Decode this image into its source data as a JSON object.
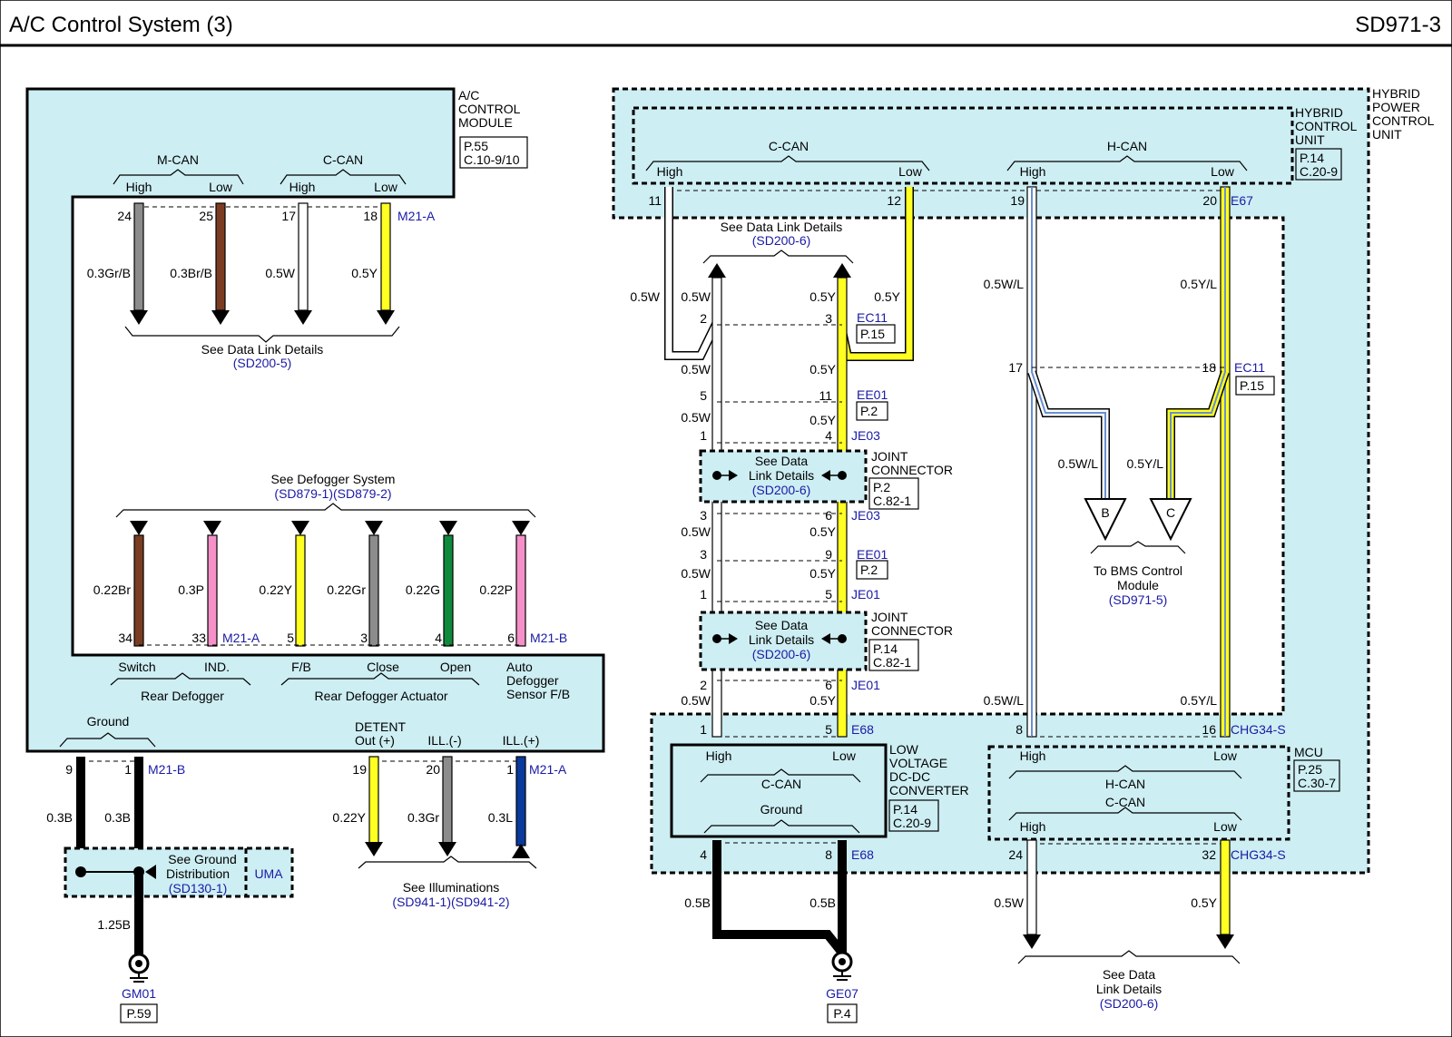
{
  "header": {
    "title": "A/C Control System (3)",
    "page_code": "SD971-3"
  },
  "ac_module": {
    "name_lines": [
      "A/C",
      "CONTROL",
      "MODULE"
    ],
    "ref": [
      "P.55",
      "C.10-9/10"
    ],
    "mcan": "M-CAN",
    "ccan": "C-CAN",
    "high": "High",
    "low": "Low",
    "connector_a": "M21-A",
    "connector_b": "M21-B",
    "pins_top": [
      "24",
      "25",
      "17",
      "18"
    ],
    "wires_top": [
      "0.3Gr/B",
      "0.3Br/B",
      "0.5W",
      "0.5Y"
    ],
    "see_data_link": "See Data Link Details",
    "see_data_link_ref": "(SD200-5)",
    "see_defogger": "See Defogger System",
    "see_defogger_ref": "(SD879-1)(SD879-2)",
    "def_wires": [
      "0.22Br",
      "0.3P",
      "0.22Y",
      "0.22Gr",
      "0.22G",
      "0.22P"
    ],
    "def_pins": [
      "34",
      "33",
      "5",
      "3",
      "4",
      "6"
    ],
    "def_labels": [
      "Switch",
      "IND.",
      "F/B",
      "Close",
      "Open"
    ],
    "auto_defogger": [
      "Auto",
      "Defogger",
      "Sensor F/B"
    ],
    "rear_defogger": "Rear Defogger",
    "rear_actuator": "Rear Defogger Actuator",
    "ground": "Ground",
    "ground_pins": [
      "9",
      "1"
    ],
    "ground_wires": [
      "0.3B",
      "0.3B"
    ],
    "detent": [
      "DETENT",
      "Out (+)"
    ],
    "ill_minus": "ILL.(-)",
    "ill_plus": "ILL.(+)",
    "ill_pins": [
      "19",
      "20",
      "1"
    ],
    "ill_wires": [
      "0.22Y",
      "0.3Gr",
      "0.3L"
    ],
    "see_ground": [
      "See Ground",
      "Distribution"
    ],
    "see_ground_ref": "(SD130-1)",
    "uma": "UMA",
    "gnd_wire": "1.25B",
    "gnd_name": "GM01",
    "gnd_ref": "P.59",
    "see_illum": "See Illuminations",
    "see_illum_ref": "(SD941-1)(SD941-2)"
  },
  "hybrid": {
    "hpcu": [
      "HYBRID",
      "POWER",
      "CONTROL",
      "UNIT"
    ],
    "hcu": [
      "HYBRID",
      "CONTROL",
      "UNIT"
    ],
    "hcu_ref": [
      "P.14",
      "C.20-9"
    ],
    "ccan": "C-CAN",
    "hcan": "H-CAN",
    "high": "High",
    "low": "Low",
    "pins_top": [
      "11",
      "12",
      "19",
      "20"
    ],
    "conn_top": "E67",
    "see_data_link": "See Data Link Details",
    "see_data_link_ref": "(SD200-6)",
    "w05w": "0.5W",
    "w05y": "0.5Y",
    "w05wl": "0.5W/L",
    "w05yl": "0.5Y/L",
    "ec11": "EC11",
    "p15": "P.15",
    "ee01": "EE01",
    "p2": "P.2",
    "je03": "JE03",
    "je01": "JE01",
    "joint": [
      "JOINT",
      "CONNECTOR"
    ],
    "joint1_ref": [
      "P.2",
      "C.82-1"
    ],
    "joint2_ref": [
      "P.14",
      "C.82-1"
    ],
    "see_data": [
      "See Data",
      "Link Details"
    ],
    "pins": {
      "p2": "2",
      "p3": "3",
      "p5": "5",
      "p11": "11",
      "p1": "1",
      "p4": "4",
      "p6": "6",
      "p9": "9",
      "p17": "17",
      "p18": "18",
      "p8": "8",
      "p16": "16",
      "p24": "24",
      "p32": "32"
    },
    "bms_b": "B",
    "bms_c": "C",
    "to_bms": [
      "To BMS Control",
      "Module"
    ],
    "to_bms_ref": "(SD971-5)",
    "ldc": [
      "LOW",
      "VOLTAGE",
      "DC-DC",
      "CONVERTER"
    ],
    "ldc_ref": [
      "P.14",
      "C.20-9"
    ],
    "ldc_conn": "E68",
    "ground": "Ground",
    "w05b": "0.5B",
    "gnd_name": "GE07",
    "gnd_ref": "P.4",
    "chg": "CHG34-S",
    "mcu": "MCU",
    "mcu_ref": [
      "P.25",
      "C.30-7"
    ],
    "hcan_ccan": "C-CAN"
  }
}
